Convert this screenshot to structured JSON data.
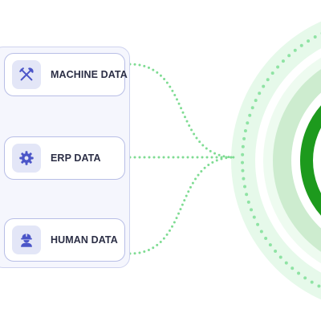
{
  "sources": [
    {
      "id": "machine",
      "label": "MACHINE DATA",
      "icon": "wrench-screwdriver-icon"
    },
    {
      "id": "erp",
      "label": "ERP DATA",
      "icon": "gear-icon"
    },
    {
      "id": "human",
      "label": "HUMAN DATA",
      "icon": "worker-helmet-icon"
    }
  ],
  "colors": {
    "panel_background": "#f5f6fd",
    "panel_border": "#cfd3ef",
    "card_border": "#b8bee6",
    "icon_tile": "#e3e6f7",
    "icon": "#4b55c8",
    "connector_dots": "#7fdc93",
    "hub_outer_dots": "#8fe3a4",
    "hub_glow": "#e6f9ea",
    "hub_mid_ring": "#cdeccf",
    "hub_accent_ring": "#1d9a1d",
    "text": "#2b2e45"
  }
}
